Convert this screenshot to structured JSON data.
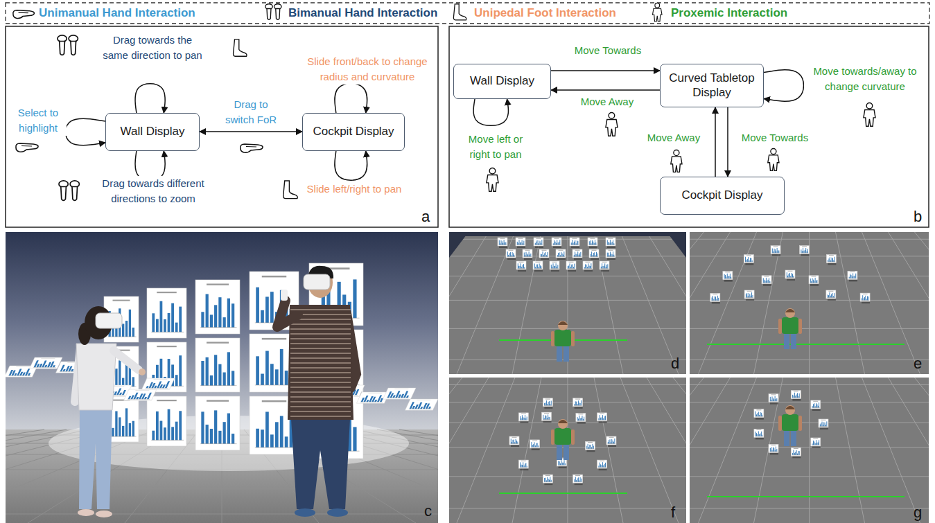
{
  "diagram": {
    "nodes": [
      {
        "text": [
          "Wall Display"
        ]
      },
      {
        "text": [
          "Cockpit Display"
        ]
      },
      {
        "text": [
          "Wall Display"
        ]
      },
      {
        "text": [
          "Curved Tabletop Display"
        ]
      },
      {
        "text": [
          "Cockpit Display"
        ]
      }
    ],
    "edges": [
      {
        "from": 0,
        "to": 0,
        "arrow": "to",
        "label": "Drag towards the same direction to pan"
      },
      {
        "from": 0,
        "to": 0,
        "arrow": "to",
        "label": "Drag towards different directions to zoom"
      },
      {
        "from": 0,
        "to": 0,
        "arrow": "to",
        "label": "Select to highlight"
      },
      {
        "from": 0,
        "to": 1,
        "arrow": "both",
        "label": "Drag to switch FoR"
      },
      {
        "from": 1,
        "to": 1,
        "arrow": "to",
        "label": "Slide front/back to change radius and curvature"
      },
      {
        "from": 1,
        "to": 1,
        "arrow": "to",
        "label": "Slide left/right to pan"
      },
      {
        "from": 2,
        "to": 3,
        "arrow": "to",
        "label": "Move Towards"
      },
      {
        "from": 3,
        "to": 2,
        "arrow": "to",
        "label": "Move Away"
      },
      {
        "from": 2,
        "to": 2,
        "arrow": "to",
        "label": "Move left or right to pan"
      },
      {
        "from": 3,
        "to": 3,
        "arrow": "to",
        "label": "Move towards/away to change curvature"
      },
      {
        "from": 4,
        "to": 3,
        "arrow": "to",
        "label": "Move Away"
      },
      {
        "from": 3,
        "to": 4,
        "arrow": "to",
        "label": "Move Towards"
      }
    ],
    "labels": [
      "a",
      "b",
      "c",
      "d",
      "e",
      "f",
      "g"
    ],
    "legend": [
      {
        "text": "Unimanual Hand Interaction"
      },
      {
        "text": "Bimanual Hand Interaction"
      },
      {
        "text": "Unipedal Foot Interaction"
      },
      {
        "text": "Proxemic Interaction"
      }
    ]
  }
}
